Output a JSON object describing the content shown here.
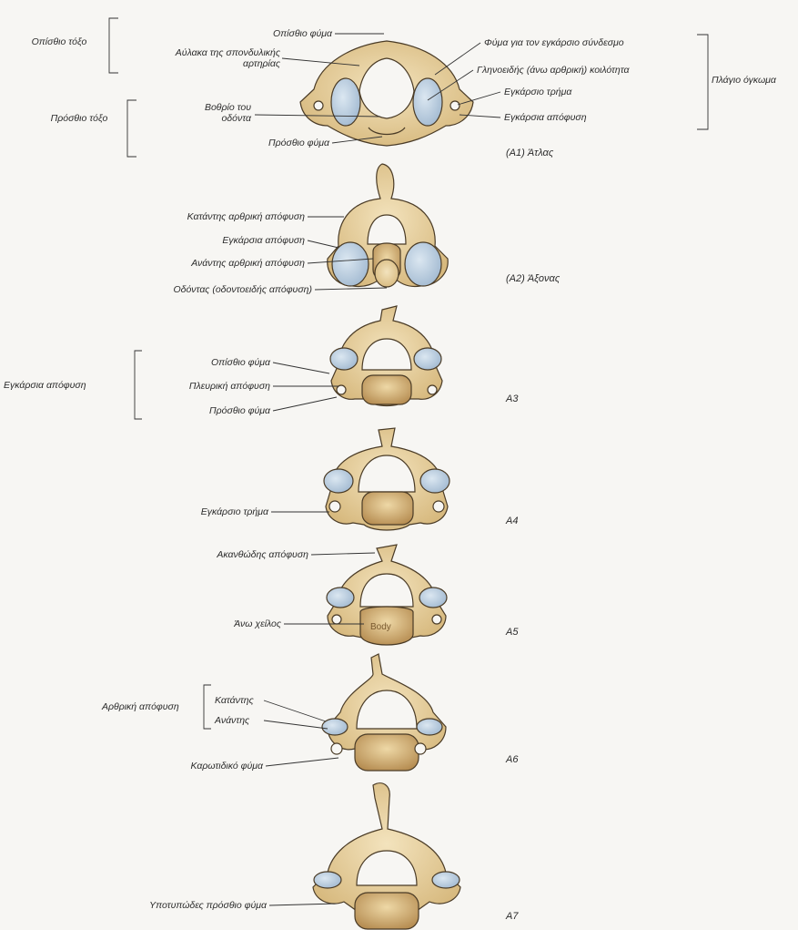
{
  "A1": {
    "caption": "(A1) Άτλας",
    "left_group_posterior": "Οπίσθιο τόξο",
    "left_group_anterior": "Πρόσθιο τόξο",
    "lateral_mass": "Πλάγιο όγκωμα",
    "labels": {
      "posterior_tubercle": "Οπίσθιο φύμα",
      "vertebral_artery_groove": "Αύλακα της σπονδυλικής αρτηρίας",
      "dens_facet": "Βοθρίο του οδόντα",
      "anterior_tubercle": "Πρόσθιο φύμα",
      "transverse_ligament_tubercle": "Φύμα για τον εγκάρσιο σύνδεσμο",
      "superior_articular_facet": "Γληνοειδής (άνω αρθρική) κοιλότητα",
      "transverse_foramen": "Εγκάρσιο τρήμα",
      "transverse_process": "Εγκάρσια απόφυση"
    }
  },
  "A2": {
    "caption": "(A2) Άξονας",
    "labels": {
      "inferior_articular_process": "Κατάντης αρθρική απόφυση",
      "transverse_process": "Εγκάρσια απόφυση",
      "superior_articular_process": "Ανάντης αρθρική απόφυση",
      "dens": "Οδόντας (οδοντοειδής απόφυση)"
    }
  },
  "A3": {
    "caption": "A3",
    "group": "Εγκάρσια απόφυση",
    "labels": {
      "posterior_tubercle": "Οπίσθιο φύμα",
      "costal_process": "Πλευρική απόφυση",
      "anterior_tubercle": "Πρόσθιο φύμα"
    }
  },
  "A4": {
    "caption": "A4",
    "labels": {
      "transverse_foramen": "Εγκάρσιο τρήμα"
    }
  },
  "A5": {
    "caption": "A5",
    "body_text": "Body",
    "labels": {
      "spinous_process": "Ακανθώδης απόφυση",
      "uncus": "Άνω χείλος"
    }
  },
  "A6": {
    "caption": "A6",
    "group": "Αρθρική απόφυση",
    "labels": {
      "inferior": "Κατάντης",
      "superior": "Ανάντης",
      "carotid_tubercle": "Καρωτιδικό φύμα"
    }
  },
  "A7": {
    "caption": "A7",
    "labels": {
      "rudimentary_anterior_tubercle": "Υποτυπώδες πρόσθιο φύμα"
    }
  },
  "colors": {
    "bone": "#e9d6a8",
    "bone_shade": "#c9a86a",
    "facet": "#b9cde0",
    "outline": "#4a3b26",
    "line": "#333333"
  }
}
